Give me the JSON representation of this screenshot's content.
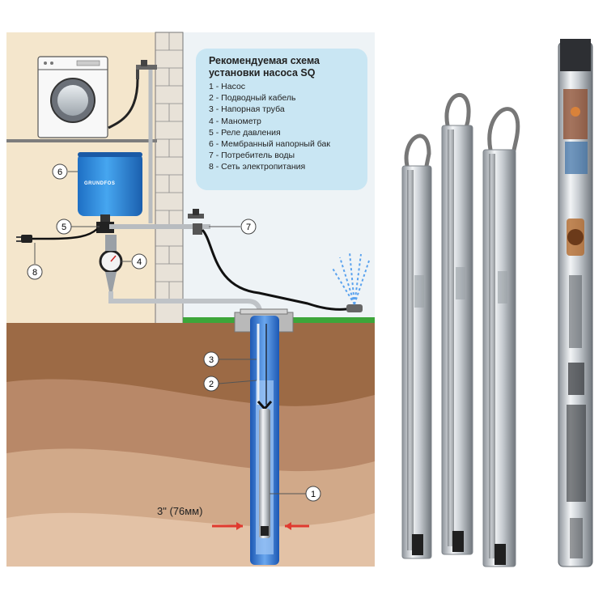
{
  "legend": {
    "title_line1": "Рекомендуемая схема",
    "title_line2": "установки насоса SQ",
    "items": [
      "1 - Насос",
      "2 - Подводный кабель",
      "3 - Напорная труба",
      "4 - Манометр",
      "5 - Реле давления",
      "6 - Мембранный напорный бак",
      "7 - Потребитель воды",
      "8 - Сеть электропитания"
    ]
  },
  "callouts": [
    "1",
    "2",
    "3",
    "4",
    "5",
    "6",
    "7",
    "8"
  ],
  "dimension_label": "3\" (76мм)",
  "tank_brand": "GRUNDFOS",
  "colors": {
    "sky": "#eef3f6",
    "wall": "#f4e6cc",
    "ground": "#9c6a45",
    "pipe": "#1f63c9",
    "tank": "#2f8fe3",
    "grass": "#3da63a",
    "legend_bg": "#c9e6f3",
    "arrow": "#e03a2f"
  }
}
